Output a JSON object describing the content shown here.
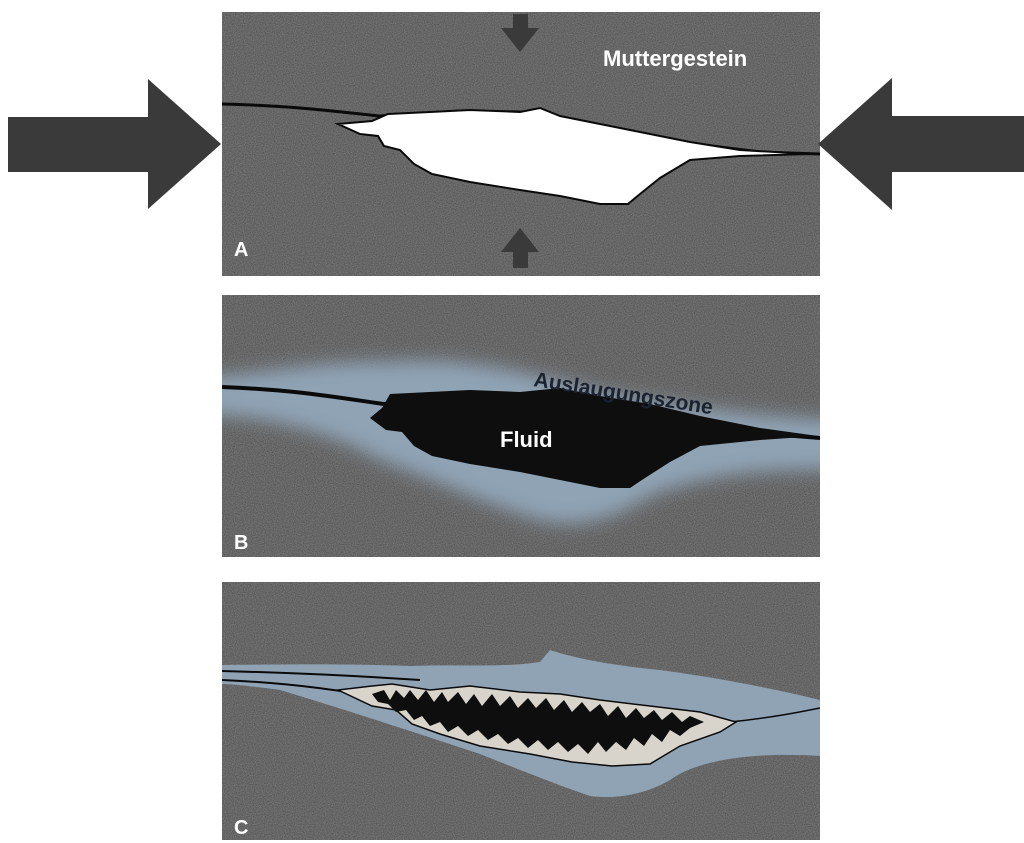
{
  "panels": [
    {
      "letter": "A",
      "top_label": "Muttergestein"
    },
    {
      "letter": "B",
      "zone_label": "Auslaugungszone",
      "fluid_label": "Fluid"
    },
    {
      "letter": "C"
    }
  ],
  "colors": {
    "rock": "#4a4a4a",
    "leach_zone": "#8fa3b5",
    "fluid": "#0e0e0e",
    "cavity": "#ffffff",
    "crystal": "#d8d4cc",
    "arrow": "#3a3a3a"
  }
}
